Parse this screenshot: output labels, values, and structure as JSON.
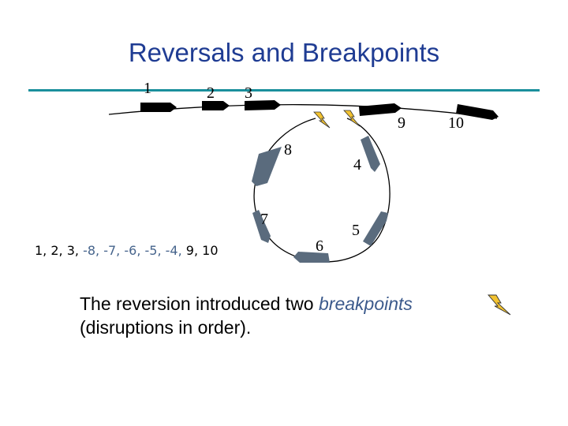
{
  "title": "Reversals and Breakpoints",
  "genes": {
    "g1": "1",
    "g2": "2",
    "g3": "3",
    "g4": "4",
    "g5": "5",
    "g6": "6",
    "g7": "7",
    "g8": "8",
    "g9": "9",
    "g10": "10"
  },
  "order": {
    "n1": "1,",
    "n2": "2,",
    "n3": "3,",
    "n8": "-8,",
    "n7": "-7,",
    "n6": "-6,",
    "n5": "-5,",
    "n4": "-4,",
    "n9": "9,",
    "n10": "10"
  },
  "caption": {
    "line1_prefix": "The reversion introduced two",
    "emphasis": "breakpoints",
    "line2": "(disruptions in order)."
  },
  "colors": {
    "title": "#1f3c93",
    "rule": "#1a8f9c",
    "forward_gene": "#000000",
    "reversed_gene": "#5a6b7d",
    "breakpoint_bolt": "#f2c230"
  },
  "icons": [
    "lightning-bolt-icon"
  ]
}
